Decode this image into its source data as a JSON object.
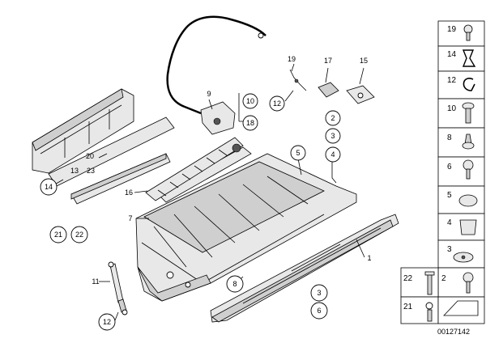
{
  "callouts": [
    "1",
    "2",
    "3",
    "4",
    "5",
    "6",
    "7",
    "8",
    "9",
    "10",
    "11",
    "12",
    "13",
    "14",
    "15",
    "16",
    "17",
    "18",
    "19",
    "20",
    "21",
    "22",
    "23"
  ],
  "sidebar_parts": [
    "19",
    "14",
    "12",
    "10",
    "8",
    "6",
    "5",
    "4",
    "3",
    "2",
    "22",
    "21"
  ],
  "doc_number": "00127142"
}
